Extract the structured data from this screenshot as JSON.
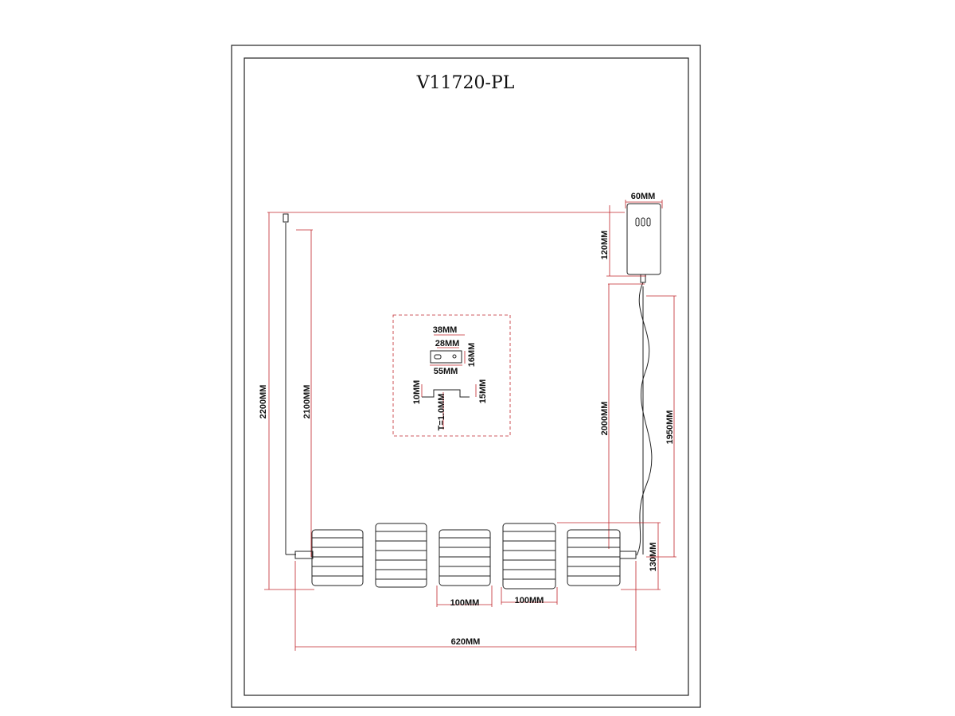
{
  "title": "V11720-PL",
  "colors": {
    "dimension": "#c0262c",
    "line": "#222222"
  },
  "dimensions": {
    "canopy_width": "60MM",
    "canopy_height": "120MM",
    "overall_height": "2200MM",
    "cable_height": "2100MM",
    "wire_length": "2000MM",
    "drop_height": "1950MM",
    "body_height": "130MM",
    "shade_width_a": "100MM",
    "shade_width_b": "100MM",
    "overall_length": "620MM"
  },
  "bracket_detail": {
    "d1": "38MM",
    "d2": "28MM",
    "d3": "16MM",
    "d4": "55MM",
    "d5": "10MM",
    "d6": "15MM",
    "thickness": "T=1.0MM"
  }
}
